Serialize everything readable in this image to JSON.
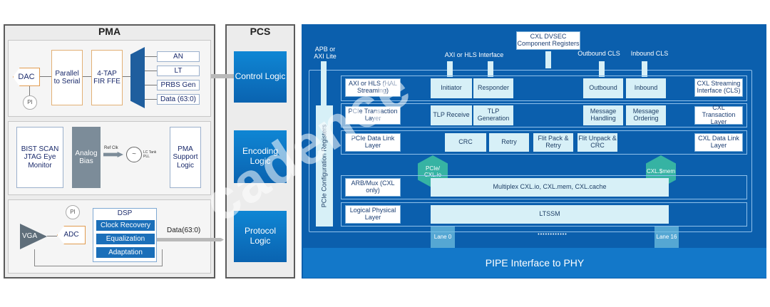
{
  "pma": {
    "title": "PMA",
    "dac": "DAC",
    "pi_top": "PI",
    "parallel_to_serial": "Parallel to Serial",
    "fir": "4-TAP FIR FFE",
    "an": "AN",
    "lt": "LT",
    "prbs": "PRBS Gen",
    "data_in": "Data (63:0)",
    "bist": "BIST SCAN JTAG Eye Monitor",
    "analog_bias": "Analog Bias",
    "ref_clk": "Ref Clk",
    "lc_tank": "LC Tank PLL",
    "pma_support": "PMA Support Logic",
    "pi_bottom": "PI",
    "vga": "VGA",
    "adc": "ADC",
    "dsp": "DSP",
    "clock_recovery": "Clock Recovery",
    "equalization": "Equalization",
    "adaptation": "Adaptation",
    "data_out": "Data(63:0)"
  },
  "pcs": {
    "title": "PCS",
    "control": "Control Logic",
    "encoding": "Encoding Logic",
    "protocol": "Protocol Logic"
  },
  "cxl": {
    "apb": "APB or AXI Lite",
    "axi_hls_iface": "AXI or HLS Interface",
    "dvsec": "CXL DVSEC Component Registers",
    "outbound_cls": "Outbound CLS",
    "inbound_cls": "Inbound CLS",
    "pcie_config": "PCIe Configuration Registers",
    "axi_hal": "AXI or HLS (HAL Streaming)",
    "initiator": "Initiator",
    "responder": "Responder",
    "outbound": "Outbound",
    "inbound": "Inbound",
    "cxl_streaming": "CXL Streaming Interface (CLS)",
    "pcie_txn": "PCIe Transaction Layer",
    "tlp_receive": "TLP Receive",
    "tlp_gen": "TLP Generation",
    "msg_handling": "Message Handling",
    "msg_ordering": "Message Ordering",
    "cxl_txn": "CXL Transaction Layer",
    "pcie_dll": "PCIe Data Link Layer",
    "crc": "CRC",
    "retry": "Retry",
    "flit_pack": "Flit Pack & Retry",
    "flit_unpack": "Flit Unpack & CRC",
    "cxl_dll": "CXL Data Link Layer",
    "pcie_cxlio": "PCIe/ CXL.io",
    "cxl_smem": "CXL.$mem",
    "arb_mux": "ARB/Mux (CXL only)",
    "multiplex": "Multiplex CXL.io, CXL.mem, CXL.cache",
    "logical_phy": "Logical Physical Layer",
    "ltssm": "LTSSM",
    "lane0": "Lane 0",
    "lane_dots": "••••••••••••",
    "lane16": "Lane 16",
    "pipe": "PIPE Interface to PHY"
  },
  "watermark": "cadence",
  "colors": {
    "pcs_blue": "#0a6fbf",
    "cxl_bg": "#0b5fad",
    "inner_box": "#d7f0f7"
  }
}
